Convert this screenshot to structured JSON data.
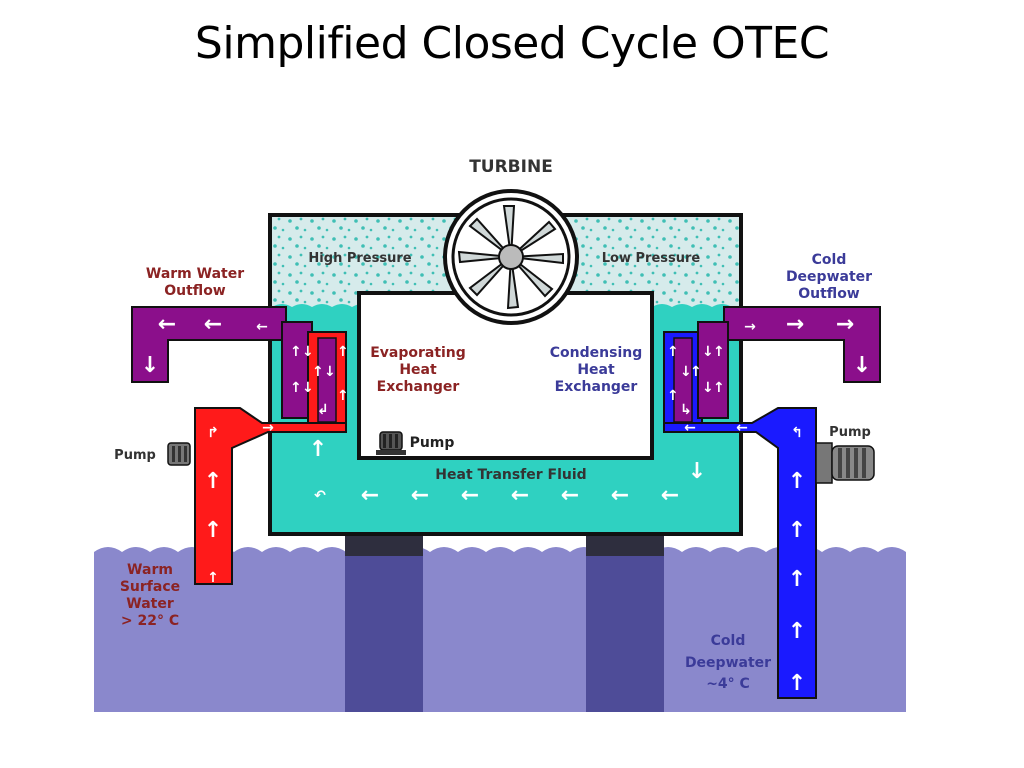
{
  "title": "Simplified Closed Cycle OTEC",
  "labels": {
    "turbine": "TURBINE",
    "high_pressure": "High Pressure",
    "low_pressure": "Low Pressure",
    "warm_outflow_1": "Warm Water",
    "warm_outflow_2": "Outflow",
    "cold_outflow_1": "Cold",
    "cold_outflow_2": "Deepwater",
    "cold_outflow_3": "Outflow",
    "evap_1": "Evaporating",
    "evap_2": "Heat",
    "evap_3": "Exchanger",
    "cond_1": "Condensing",
    "cond_2": "Heat",
    "cond_3": "Exchanger",
    "pump_center": "Pump",
    "pump_left": "Pump",
    "pump_right": "Pump",
    "heat_transfer_fluid": "Heat Transfer Fluid",
    "warm_surface_1": "Warm",
    "warm_surface_2": "Surface",
    "warm_surface_3": "Water",
    "warm_surface_4": "> 22° C",
    "cold_deep_1": "Cold",
    "cold_deep_2": "Deepwater",
    "cold_deep_3": "~4° C"
  },
  "colors": {
    "warm_pipe": "#ff1a1a",
    "cold_pipe": "#1a1aff",
    "outflow_pipe": "#8b0f8b",
    "heat_fluid": "#2fd1c1",
    "vapor": "#d8ecec",
    "ocean": "#8a88cc",
    "warm_label": "#8b2323",
    "cold_label": "#3b3b99"
  }
}
